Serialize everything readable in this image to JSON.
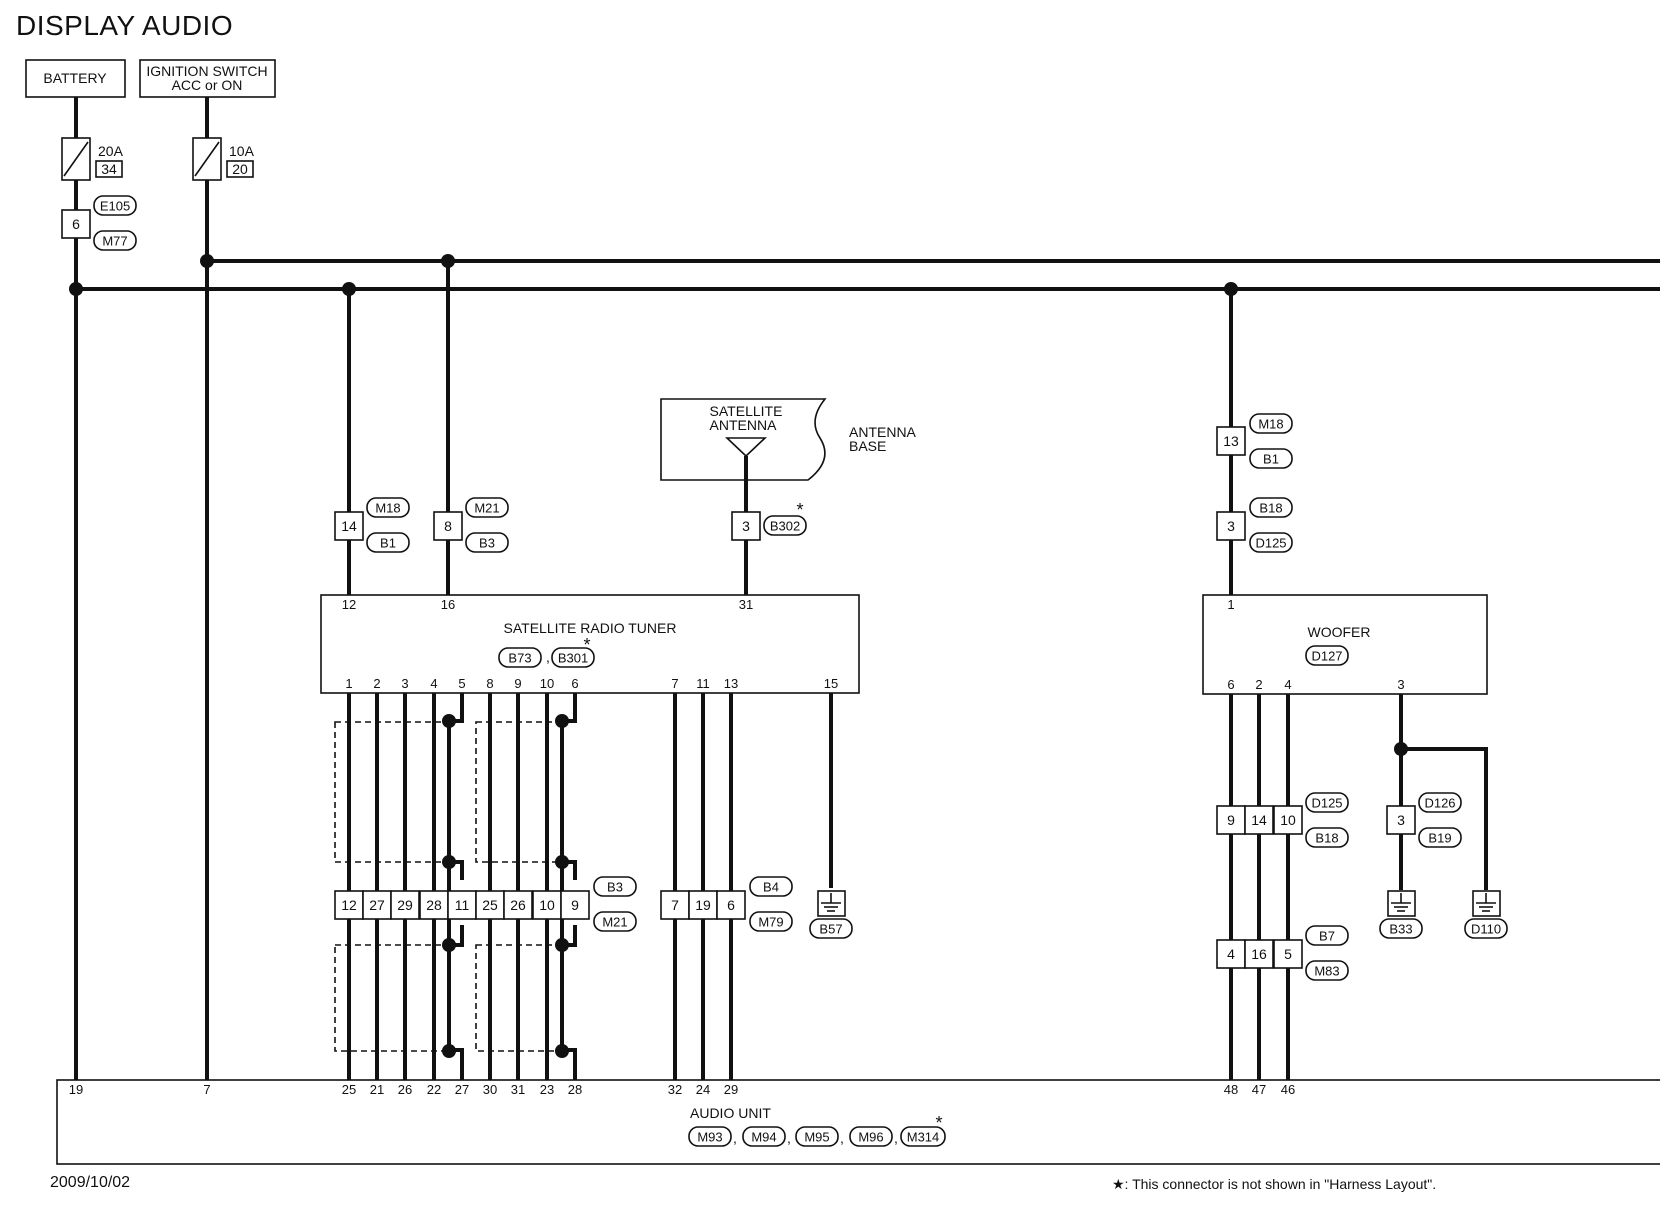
{
  "title": "DISPLAY AUDIO",
  "date": "2009/10/02",
  "footnote": "★: This connector is not shown in \"Harness Layout\".",
  "sources": {
    "battery": "BATTERY",
    "ignition_line1": "IGNITION SWITCH",
    "ignition_line2": "ACC or ON"
  },
  "fuses": [
    {
      "amp": "20A",
      "number": "34"
    },
    {
      "amp": "10A",
      "number": "20"
    }
  ],
  "fuse_connector": {
    "pin": "6",
    "codes": [
      "E105",
      "M77"
    ]
  },
  "antenna": {
    "label_line1": "SATELLITE",
    "label_line2": "ANTENNA",
    "base_line1": "ANTENNA",
    "base_line2": "BASE",
    "pin": "3",
    "code": "B302",
    "star": "*"
  },
  "tuner": {
    "name": "SATELLITE RADIO TUNER",
    "codes": [
      "B73",
      "B301"
    ],
    "star": "*",
    "top_pins": [
      "12",
      "16",
      "31"
    ],
    "bottom_pins": [
      "1",
      "2",
      "3",
      "4",
      "5",
      "8",
      "9",
      "10",
      "6",
      "7",
      "11",
      "13",
      "15"
    ],
    "ground": "B57"
  },
  "tuner_feed_connectors": [
    {
      "pin": "14",
      "codes": [
        "M18",
        "B1"
      ]
    },
    {
      "pin": "8",
      "codes": [
        "M21",
        "B3"
      ]
    }
  ],
  "inline_connector_1": {
    "pins": [
      "12",
      "27",
      "29",
      "28",
      "11",
      "25",
      "26",
      "10",
      "9"
    ],
    "codes": [
      "B3",
      "M21"
    ]
  },
  "inline_connector_2": {
    "pins": [
      "7",
      "19",
      "6"
    ],
    "codes": [
      "B4",
      "M79"
    ]
  },
  "woofer": {
    "name": "WOOFER",
    "code": "D127",
    "top_pin": "1",
    "bottom_pins": [
      "6",
      "2",
      "4",
      "3"
    ],
    "feed_connectors": [
      {
        "pin": "13",
        "codes": [
          "M18",
          "B1"
        ]
      },
      {
        "pin": "3",
        "codes": [
          "B18",
          "D125"
        ]
      }
    ],
    "connector_a": {
      "pins": [
        "9",
        "14",
        "10"
      ],
      "codes": [
        "D125",
        "B18"
      ]
    },
    "connector_b": {
      "pins": [
        "4",
        "16",
        "5"
      ],
      "codes": [
        "B7",
        "M83"
      ]
    },
    "ground_connector": {
      "pin": "3",
      "codes": [
        "D126",
        "B19"
      ]
    },
    "grounds": [
      "B33",
      "D110"
    ]
  },
  "audio_unit": {
    "name": "AUDIO UNIT",
    "codes": [
      "M93",
      "M94",
      "M95",
      "M96",
      "M314"
    ],
    "star": "*",
    "pins": [
      "19",
      "7",
      "25",
      "21",
      "26",
      "22",
      "27",
      "30",
      "31",
      "23",
      "28",
      "32",
      "24",
      "29",
      "48",
      "47",
      "46"
    ]
  },
  "colors": {
    "ink": "#111111",
    "background": "#ffffff"
  }
}
